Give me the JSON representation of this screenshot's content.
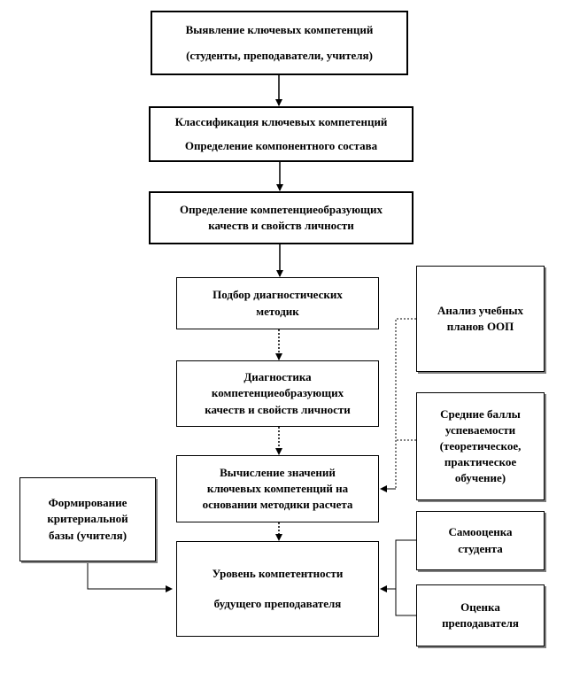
{
  "boxes": {
    "b1": {
      "line1": "Выявление ключевых компетенций",
      "line2": "(студенты, преподаватели,  учителя)"
    },
    "b2": {
      "line1": "Классификация ключевых компетенций",
      "line2": "Определение компонентного состава"
    },
    "b3": {
      "line1": "Определение компетенциеобразующих",
      "line2": "качеств  и свойств личности"
    },
    "b4": {
      "line1": "Подбор диагностических",
      "line2": "методик"
    },
    "b5": {
      "line1": "Диагностика",
      "line2": "компетенциеобразующих",
      "line3": "качеств и свойств  личности"
    },
    "b6": {
      "line1": "Вычисление значений",
      "line2": "ключевых компетенций на",
      "line3": "основании методики расчета"
    },
    "b7": {
      "line1": "Уровень компетентности",
      "line2": "будущего  преподавателя"
    },
    "s1": {
      "line1": "Анализ учебных",
      "line2": "планов ООП"
    },
    "s2": {
      "line1": "Средние баллы",
      "line2": "успеваемости",
      "line3": "(теоретическое,",
      "line4": "практическое",
      "line5": "обучение)"
    },
    "s3": {
      "line1": "Самооценка",
      "line2": "студента"
    },
    "s4": {
      "line1": "Оценка",
      "line2": "преподавателя"
    },
    "l1": {
      "line1": "Формирование",
      "line2": "критериальной",
      "line3": "базы (учителя)"
    }
  }
}
